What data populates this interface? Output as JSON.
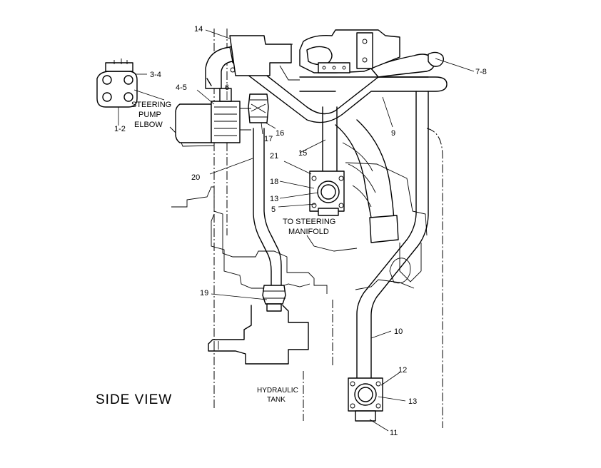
{
  "view_label": "SIDE VIEW",
  "labels": {
    "steering_pump_elbow": [
      "STEERING",
      "PUMP",
      "ELBOW"
    ],
    "to_steering_manifold": [
      "TO STEERING",
      "MANIFOLD"
    ],
    "hydraulic_tank": [
      "HYDRAULIC",
      "TANK"
    ]
  },
  "callouts": {
    "c1_2": "1-2",
    "c3_4": "3-4",
    "c4_5": "4-5",
    "c5": "5",
    "c6": "6",
    "c7_8": "7-8",
    "c9": "9",
    "c10": "10",
    "c11": "11",
    "c12": "12",
    "c13a": "13",
    "c13b": "13",
    "c14": "14",
    "c15": "15",
    "c16": "16",
    "c17": "17",
    "c18": "18",
    "c19": "19",
    "c20": "20",
    "c21": "21"
  }
}
